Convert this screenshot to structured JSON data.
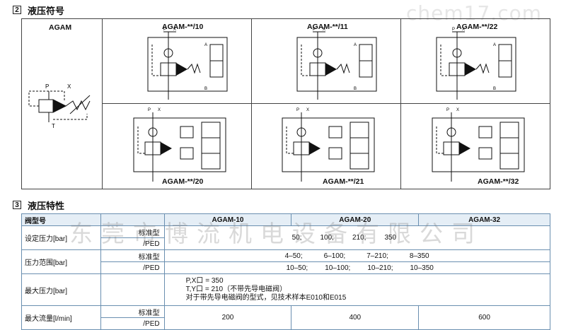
{
  "watermark_top": "chem17.com",
  "watermark_middle": "东莞市博流机电设备有限公司",
  "section2": {
    "number": "2",
    "title": "液压符号"
  },
  "section3": {
    "number": "3",
    "title": "液压特性"
  },
  "symbols": {
    "main": "AGAM",
    "variants": [
      "AGAM-**/10",
      "AGAM-**/11",
      "AGAM-**/22",
      "AGAM-**/20",
      "AGAM-**/21",
      "AGAM-**/32"
    ],
    "port_labels": {
      "p": "P",
      "x": "X",
      "t": "T",
      "a": "A",
      "b": "B"
    }
  },
  "table": {
    "header": [
      "阀型号",
      "AGAM-10",
      "AGAM-20",
      "AGAM-32"
    ],
    "rows": [
      {
        "label": "设定压力[bar]",
        "sub": [
          "标准型",
          "/PED"
        ],
        "values": [
          "50;",
          "100;",
          "210;",
          "350"
        ]
      },
      {
        "label": "压力范围[bar]",
        "sub": [
          "标准型",
          "/PED"
        ],
        "std": [
          "4–50;",
          "6–100;",
          "7–210;",
          "8–350"
        ],
        "ped": [
          "10–50;",
          "10–100;",
          "10–210;",
          "10–350"
        ]
      },
      {
        "label": "最大压力[bar]",
        "lines": [
          "P,X口 = 350",
          "T,Y口 = 210（不带先导电磁阀）",
          "对于带先导电磁阀的型式，见技术样本E010和E015"
        ]
      },
      {
        "label": "最大流量[l/min]",
        "sub": [
          "标准型",
          "/PED"
        ],
        "values": [
          "200",
          "400",
          "600"
        ]
      }
    ]
  }
}
